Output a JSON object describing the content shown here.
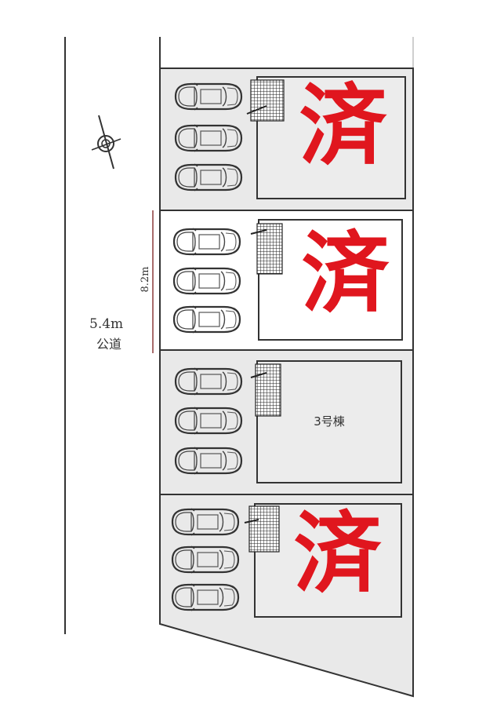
{
  "site_plan": {
    "road": {
      "width_label": "5.4m",
      "type_label": "公道"
    },
    "frontage": {
      "dimension_label": "8.2m",
      "line_color": "#8b3a3a"
    },
    "compass": {
      "icon": "north-arrow-compass"
    },
    "lots": [
      {
        "id": "lot-1",
        "status": "sold",
        "mark": "済",
        "background": "#e9e9e9",
        "parking_spaces": 3
      },
      {
        "id": "lot-2",
        "status": "sold",
        "mark": "済",
        "background": "#ffffff",
        "parking_spaces": 3
      },
      {
        "id": "lot-3",
        "status": "available",
        "building_label": "3号棟",
        "background": "#e9e9e9",
        "parking_spaces": 3
      },
      {
        "id": "lot-4",
        "status": "sold",
        "mark": "済",
        "background": "#e9e9e9",
        "parking_spaces": 3
      }
    ],
    "colors": {
      "sold_mark": "#e0161e",
      "line": "#333333",
      "lot_fill": "#e9e9e9"
    }
  }
}
